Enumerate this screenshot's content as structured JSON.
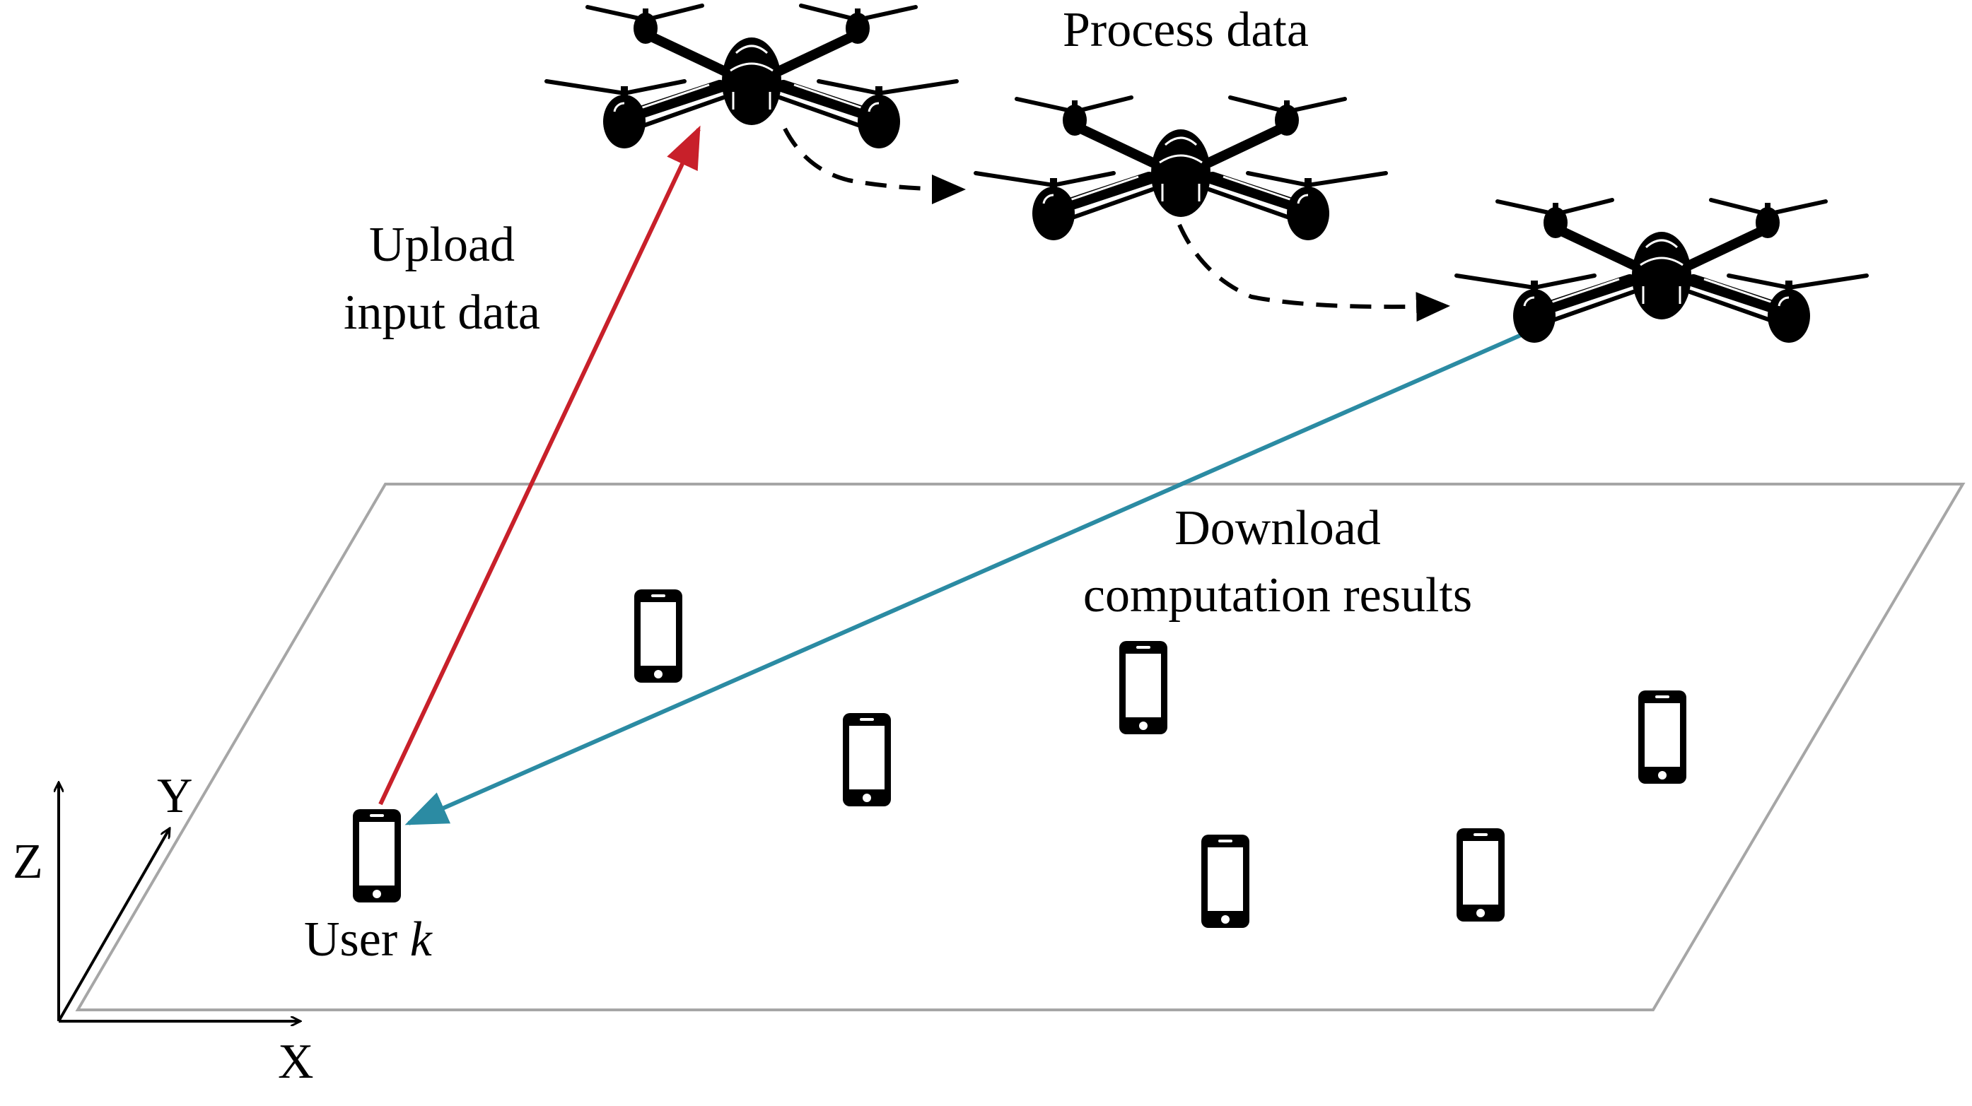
{
  "labels": {
    "process": "Process data",
    "upload_line1": "Upload",
    "upload_line2": "input data",
    "download_line1": "Download",
    "download_line2": "computation results",
    "user_prefix": "User ",
    "user_var": "k",
    "axis_x": "X",
    "axis_y": "Y",
    "axis_z": "Z"
  },
  "colors": {
    "upload_link": "#c8202a",
    "download_link": "#2b8ba3",
    "trajectory": "#000000",
    "ground_plane": "#a6a6a6",
    "icon": "#000000"
  },
  "icons": {
    "uav": "quadcopter-drone-icon",
    "device": "smartphone-icon"
  }
}
